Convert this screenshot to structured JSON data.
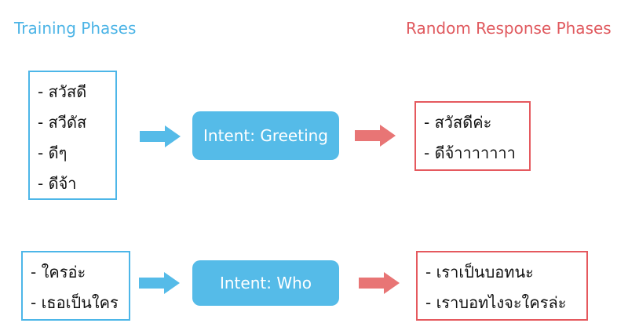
{
  "header": {
    "left_title": "Training Phases",
    "right_title": "Random Response Phases"
  },
  "colors": {
    "blue": "#4db6e8",
    "red": "#e5595e"
  },
  "rows": [
    {
      "training": [
        "- สวัสดี",
        "- สวีดัส",
        "- ดีๆ",
        "- ดีจ้า"
      ],
      "intent": "Intent: Greeting",
      "responses": [
        "- สวัสดีค่ะ",
        "- ดีจ้าาาาาาา"
      ]
    },
    {
      "training": [
        "- ใครอ่ะ",
        "- เธอเป็นใคร"
      ],
      "intent": "Intent: Who",
      "responses": [
        "- เราเป็นบอทนะ",
        "- เราบอทไงจะใครล่ะ"
      ]
    }
  ]
}
